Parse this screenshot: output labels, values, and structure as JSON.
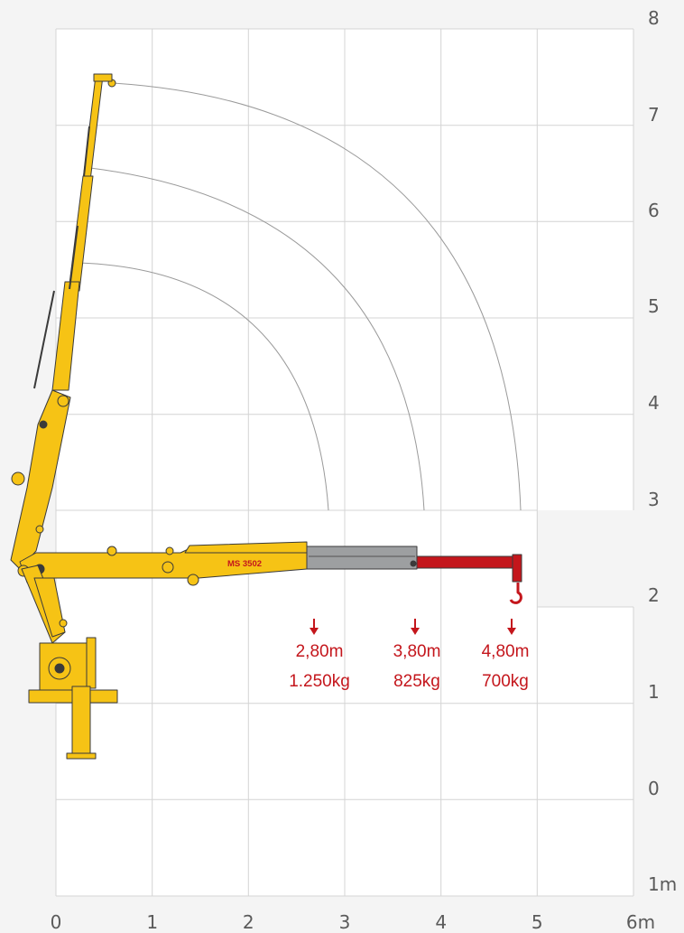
{
  "x_axis": {
    "ticks": [
      "0",
      "1",
      "2",
      "3",
      "4",
      "5",
      "6m"
    ]
  },
  "y_axis": {
    "ticks": [
      "8",
      "7",
      "6",
      "5",
      "4",
      "3",
      "2",
      "1",
      "0",
      "1m"
    ]
  },
  "crane": {
    "model": "MS 3502",
    "body_color": "#f6c315",
    "extension_color": "#9d9fa1",
    "jib_color": "#c4161c"
  },
  "load_points": [
    {
      "reach": "2,80m",
      "capacity": "1.250kg"
    },
    {
      "reach": "3,80m",
      "capacity": "825kg"
    },
    {
      "reach": "4,80m",
      "capacity": "700kg"
    }
  ],
  "colors": {
    "grid": "#d4d4d4",
    "arc": "#9a9a9a",
    "label": "#c4161c",
    "axis_text": "#5a5a5a"
  }
}
